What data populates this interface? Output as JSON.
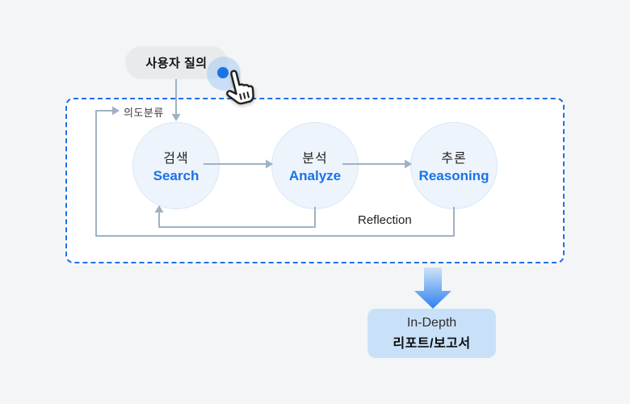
{
  "user_query": {
    "label": "사용자 질의"
  },
  "intent_label": "의도분류",
  "stages": [
    {
      "ko": "검색",
      "en": "Search"
    },
    {
      "ko": "분석",
      "en": "Analyze"
    },
    {
      "ko": "추론",
      "en": "Reasoning"
    }
  ],
  "reflection_label": "Reflection",
  "output": {
    "title": "In-Depth",
    "subtitle": "리포트/보고서"
  },
  "colors": {
    "page_bg": "#f4f5f6",
    "loop_box_bg": "#ffffff",
    "dashed_border": "#1f6fe8",
    "pill_bg": "#e8eaec",
    "circle_fill": "#edf4fc",
    "circle_border": "#d9e8f7",
    "connector": "#9fb2c4",
    "stage_accent": "#1a73e8",
    "click_dot": "#1b72e8",
    "output_box_bg": "#c9e1f8",
    "big_arrow_top": "#cfe3f7",
    "big_arrow_bottom": "#2e7ff0"
  }
}
